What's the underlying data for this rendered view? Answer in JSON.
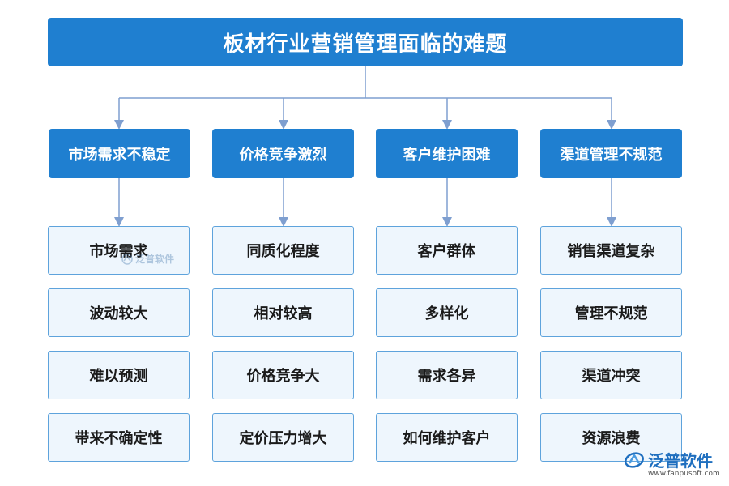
{
  "title": "板材行业营销管理面临的难题",
  "categories": [
    {
      "label": "市场需求不稳定",
      "items": [
        "市场需求",
        "波动较大",
        "难以预测",
        "带来不确定性"
      ]
    },
    {
      "label": "价格竞争激烈",
      "items": [
        "同质化程度",
        "相对较高",
        "价格竞争大",
        "定价压力增大"
      ]
    },
    {
      "label": "客户维护困难",
      "items": [
        "客户群体",
        "多样化",
        "需求各异",
        "如何维护客户"
      ]
    },
    {
      "label": "渠道管理不规范",
      "items": [
        "销售渠道复杂",
        "管理不规范",
        "渠道冲突",
        "资源浪费"
      ]
    }
  ],
  "watermark": {
    "text": "泛普软件"
  },
  "logo": {
    "text": "泛普软件",
    "url": "www.fanpusoft.com"
  },
  "colors": {
    "primary": "#1f7fd0",
    "item_bg": "#eef6fd",
    "item_border": "#5ea3dc",
    "connector": "#7f9fd0"
  }
}
